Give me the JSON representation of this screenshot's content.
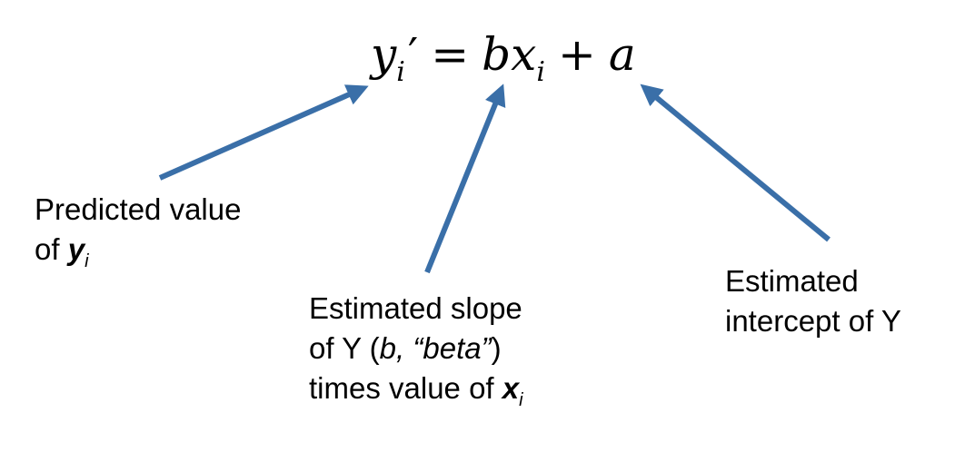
{
  "equation": {
    "y": "y",
    "sub_i": "i",
    "prime": "′",
    "equals": "=",
    "b": "b",
    "x": "x",
    "plus": "+",
    "a": "a"
  },
  "labels": {
    "predicted": {
      "line1": "Predicted value",
      "line2_prefix": "of ",
      "var": "y",
      "sub": "i"
    },
    "slope": {
      "line1": "Estimated slope",
      "line2_prefix": "of Y (",
      "b": "b,",
      "beta": "“beta”",
      "line2_suffix": ")",
      "line3_prefix": "times value of ",
      "var": "x",
      "sub": "i"
    },
    "intercept": {
      "line1": "Estimated",
      "line2": "intercept of Y"
    }
  },
  "colors": {
    "arrow": "#3A6FA8",
    "text": "#000000",
    "background": "#FFFFFF"
  }
}
